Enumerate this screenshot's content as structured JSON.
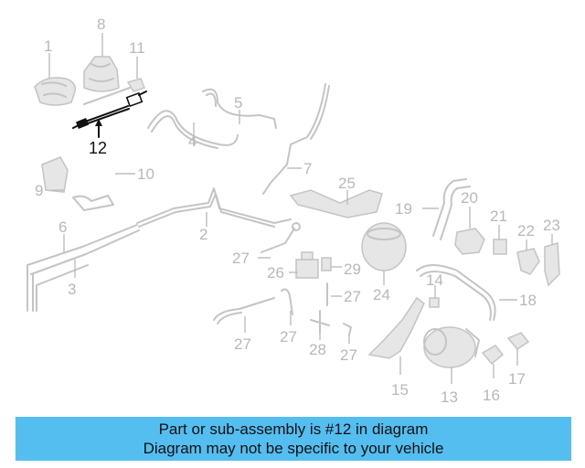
{
  "diagram": {
    "labels": {
      "l1": "1",
      "l2": "2",
      "l3": "3",
      "l4": "4",
      "l5": "5",
      "l6": "6",
      "l7": "7",
      "l8": "8",
      "l9": "9",
      "l10": "10",
      "l11": "11",
      "l12": "12",
      "l13": "13",
      "l14": "14",
      "l15": "15",
      "l16": "16",
      "l17": "17",
      "l18": "18",
      "l19": "19",
      "l20": "20",
      "l21": "21",
      "l22": "22",
      "l23": "23",
      "l24": "24",
      "l25": "25",
      "l26": "26",
      "l27": "27",
      "l28": "28",
      "l29": "29"
    },
    "highlighted_part": "12"
  },
  "banner": {
    "line1": "Part or sub-assembly is #12 in diagram",
    "line2": "Diagram may not be specific to your vehicle",
    "color": "#55bef1"
  },
  "colors": {
    "part_line": "#c4c4c4",
    "label": "#b8b8b8",
    "highlight": "#111111"
  }
}
